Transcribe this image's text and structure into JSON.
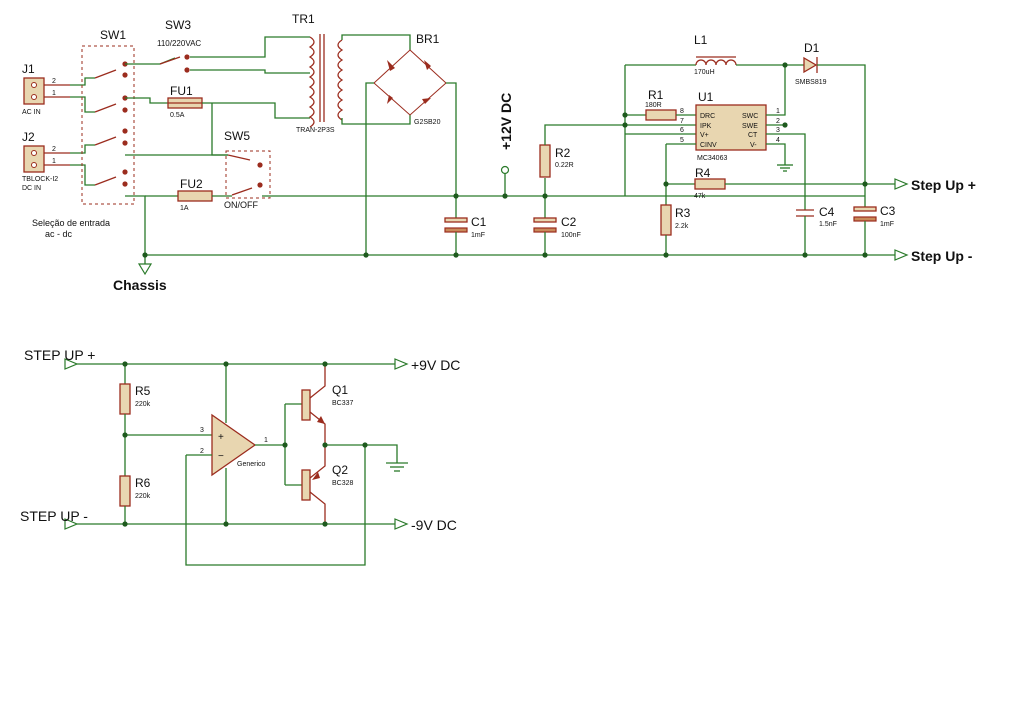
{
  "labels": {
    "J1": "J1",
    "J1_val": "AC IN",
    "J2": "J2",
    "J2_val": "TBLOCK-I2",
    "J2_val2": "DC IN",
    "SW1": "SW1",
    "SW1_note1": "Seleção de entrada",
    "SW1_note2": "ac - dc",
    "SW3": "SW3",
    "SW3_val": "110/220VAC",
    "FU1": "FU1",
    "FU1_val": "0.5A",
    "FU2": "FU2",
    "FU2_val": "1A",
    "SW5": "SW5",
    "SW5_val": "ON/OFF",
    "TR1": "TR1",
    "TR1_val": "TRAN-2P3S",
    "BR1": "BR1",
    "BR1_val": "G2SB20",
    "C1": "C1",
    "C1_val": "1mF",
    "C2": "C2",
    "C2_val": "100nF",
    "R2": "R2",
    "R2_val": "0.22R",
    "V12": "+12V DC",
    "L1": "L1",
    "L1_val": "170uH",
    "D1": "D1",
    "D1_val": "SMBS819",
    "R1": "R1",
    "R1_val": "180R",
    "U1": "U1",
    "U1_val": "MC34063",
    "U1_pins_left": [
      "DRC",
      "IPK",
      "V+",
      "CINV"
    ],
    "U1_pins_right": [
      "SWC",
      "SWE",
      "CT",
      "V-"
    ],
    "U1_pnum_left": [
      "8",
      "7",
      "6",
      "5"
    ],
    "U1_pnum_right": [
      "1",
      "2",
      "3",
      "4"
    ],
    "R4": "R4",
    "R4_val": "47k",
    "R3": "R3",
    "R3_val": "2.2k",
    "C4": "C4",
    "C4_val": "1.5nF",
    "C3": "C3",
    "C3_val": "1mF",
    "stepup_plus": "Step Up +",
    "stepup_minus": "Step Up -",
    "chassis": "Chassis",
    "STEPUP_PLUS": "STEP UP +",
    "STEPUP_MINUS": "STEP UP -",
    "plus9": "+9V DC",
    "minus9": "-9V DC",
    "R5": "R5",
    "R5_val": "220k",
    "R6": "R6",
    "R6_val": "220k",
    "U2_val": "Generico",
    "Q1": "Q1",
    "Q1_val": "BC337",
    "Q2": "Q2",
    "Q2_val": "BC328",
    "pin1": "1",
    "pin2": "2",
    "pin3": "3",
    "pin2a": "2",
    "pin1a": "1",
    "pin2b": "2",
    "pin1b": "1"
  }
}
